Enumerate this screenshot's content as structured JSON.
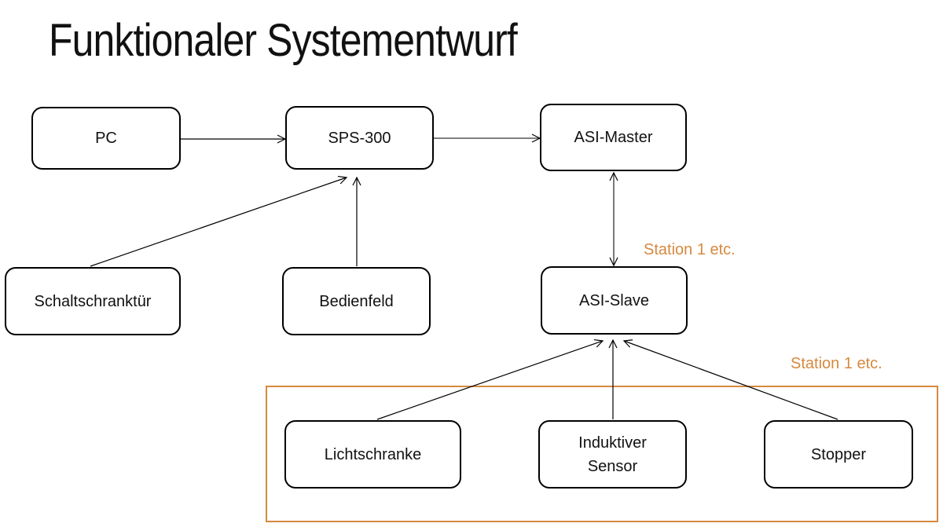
{
  "title": "Funktionaler Systementwurf",
  "nodes": {
    "pc": "PC",
    "sps": "SPS-300",
    "asi_master": "ASI-Master",
    "schaltschranktuer": "Schaltschranktür",
    "bedienfeld": "Bedienfeld",
    "asi_slave": "ASI-Slave",
    "lichtschranke": "Lichtschranke",
    "induktiver_sensor": "Induktiver\nSensor",
    "stopper": "Stopper"
  },
  "annotations": {
    "station_note_upper": "Station 1 etc.",
    "station_note_lower": "Station 1 etc."
  },
  "edges": [
    {
      "from": "PC",
      "to": "SPS-300",
      "type": "arrow"
    },
    {
      "from": "SPS-300",
      "to": "ASI-Master",
      "type": "arrow"
    },
    {
      "from": "Schaltschranktür",
      "to": "SPS-300",
      "type": "arrow"
    },
    {
      "from": "Bedienfeld",
      "to": "SPS-300",
      "type": "arrow"
    },
    {
      "from": "ASI-Master",
      "to": "ASI-Slave",
      "type": "bidirectional"
    },
    {
      "from": "Lichtschranke",
      "to": "ASI-Slave",
      "type": "arrow"
    },
    {
      "from": "Induktiver Sensor",
      "to": "ASI-Slave",
      "type": "arrow"
    },
    {
      "from": "Stopper",
      "to": "ASI-Slave",
      "type": "arrow"
    }
  ],
  "colors": {
    "accent": "#d6893f",
    "line": "#000000"
  }
}
